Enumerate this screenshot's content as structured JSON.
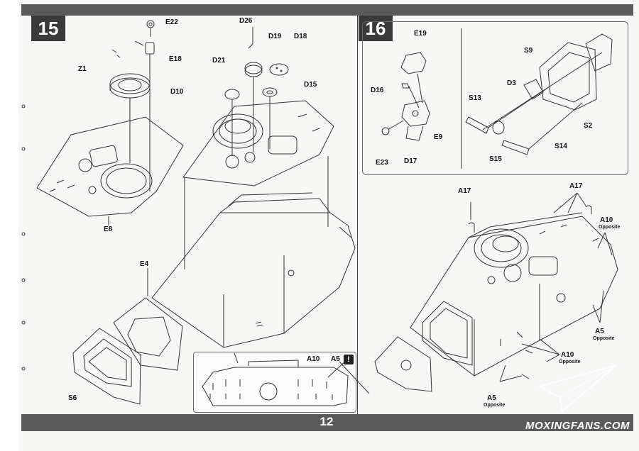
{
  "page_number": "12",
  "steps": {
    "step15": "15",
    "step16": "16"
  },
  "labels15": {
    "E22": "E22",
    "E18": "E18",
    "Z1": "Z1",
    "D10": "D10",
    "E8": "E8",
    "D26": "D26",
    "D19": "D19",
    "D18": "D18",
    "D21": "D21",
    "D15": "D15",
    "E4": "E4",
    "S6": "S6"
  },
  "detail_box": {
    "A10": "A10",
    "A5": "A5",
    "notice": "!"
  },
  "labels16_box": {
    "E19": "E19",
    "D16": "D16",
    "E9": "E9",
    "E23": "E23",
    "D17": "D17",
    "S9": "S9",
    "D3": "D3",
    "S13": "S13",
    "S2": "S2",
    "S14": "S14",
    "S15": "S15"
  },
  "labels16_main": {
    "A17_left": "A17",
    "A17_right": "A17",
    "A10_top": "A10",
    "opposite_a10_top": "Opposite",
    "A5_right": "A5",
    "opposite_a5_right": "Opposite",
    "A10_bottom": "A10",
    "opposite_a10_bottom": "Opposite",
    "A5_bottom": "A5",
    "opposite_a5_bottom": "Opposite"
  },
  "watermark": "MOXINGFANS.COM"
}
